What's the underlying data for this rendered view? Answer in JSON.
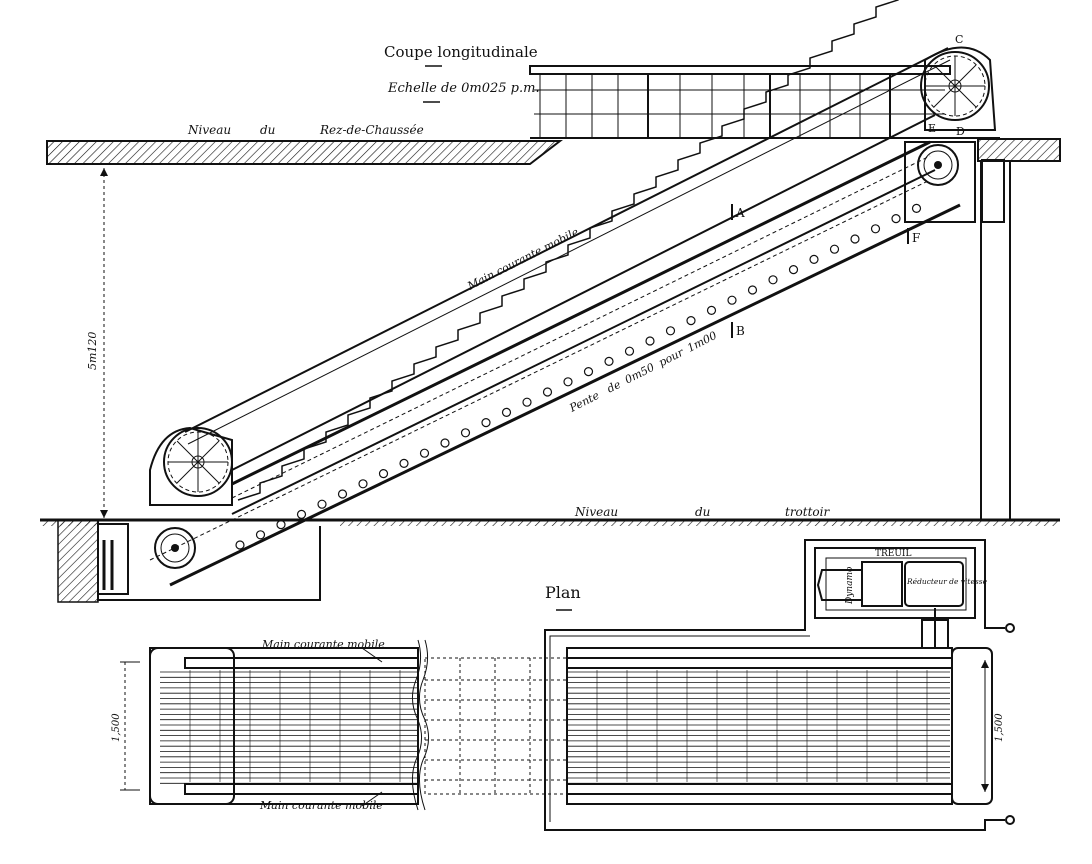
{
  "titles": {
    "section_title": "Coupe longitudinale",
    "scale": "Echelle de 0m025 p.m.",
    "plan_title": "Plan"
  },
  "levels": {
    "ground_floor": [
      "Niveau",
      "du",
      "Rez-de-Chaussée"
    ],
    "sidewalk": [
      "Niveau",
      "du",
      "trottoir"
    ]
  },
  "section_labels": {
    "handrail": "Main courante mobile",
    "slope": [
      "Pente",
      "de",
      "0m50",
      "pour",
      "1m00"
    ],
    "height_dim": "5m120",
    "points": [
      "A",
      "B",
      "C",
      "D",
      "E",
      "F"
    ]
  },
  "plan_labels": {
    "handrail_top": "Main courante mobile",
    "handrail_bottom": "Main courante mobile",
    "width_left": "1,500",
    "width_right": "1,500",
    "winch": "TREUIL",
    "dynamo": "Dynamo",
    "reducer": "Réducteur de vitesse"
  },
  "colors": {
    "ink": "#111111",
    "paper": "#ffffff"
  }
}
